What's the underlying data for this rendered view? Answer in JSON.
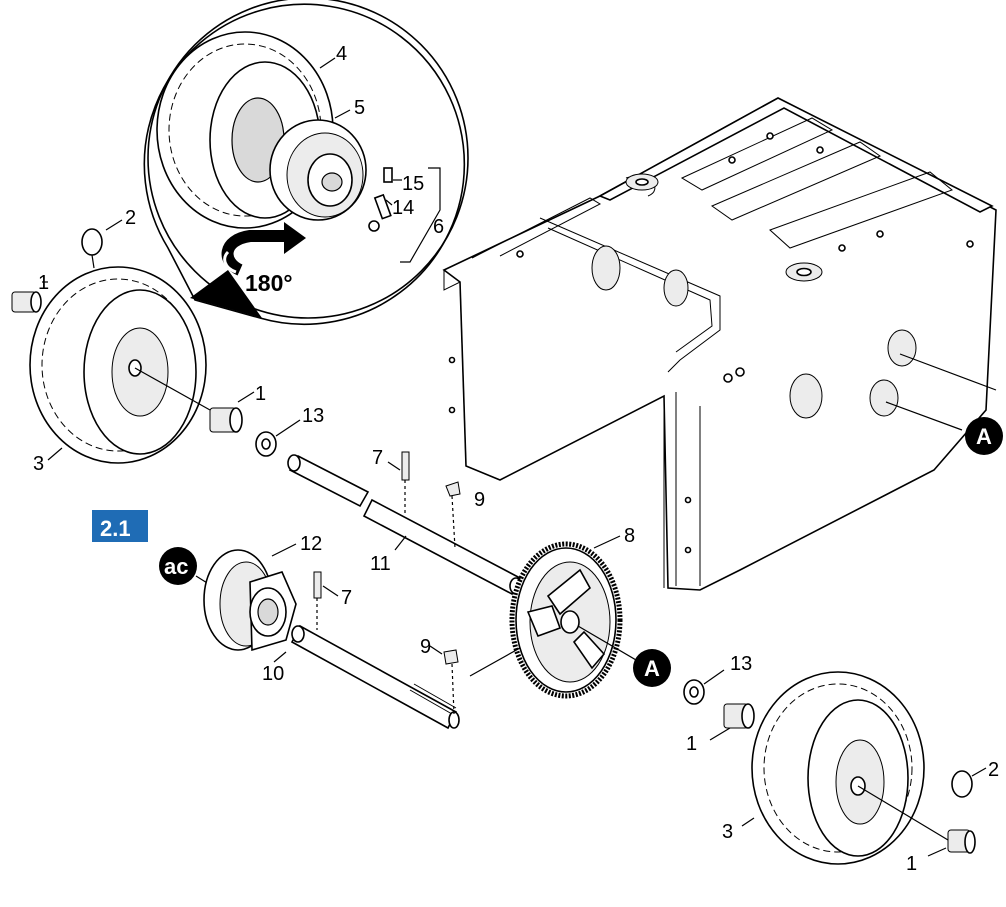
{
  "section_badge": {
    "label": "2.1",
    "color": "#1f6cb5"
  },
  "rotation_label": "180°",
  "ref_markers": {
    "ac": "ac",
    "a": "A"
  },
  "callouts": {
    "c1_top": "1",
    "c2_top": "2",
    "c3_left": "3",
    "c1_mid": "1",
    "c13_top": "13",
    "c7_top": "7",
    "c9_top": "9",
    "c11": "11",
    "c12": "12",
    "c7_mid": "7",
    "c10": "10",
    "c9_low": "9",
    "c8": "8",
    "c13_low": "13",
    "c1_low": "1",
    "c3_right": "3",
    "c2_right": "2",
    "c1_right": "1",
    "c4": "4",
    "c5": "5",
    "c15": "15",
    "c14": "14",
    "c6": "6"
  }
}
